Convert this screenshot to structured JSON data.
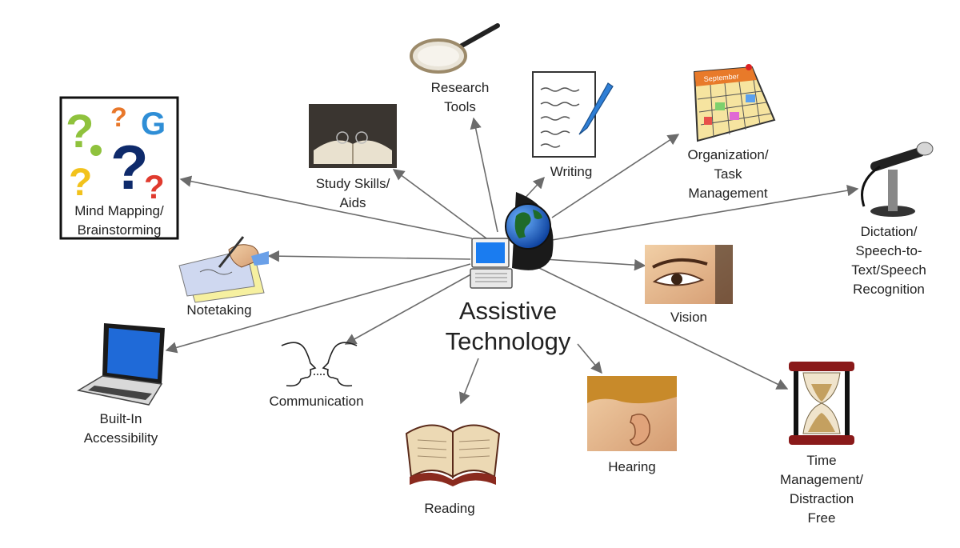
{
  "center": {
    "label": "Assistive\nTechnology",
    "icon": "computer-globe-icon"
  },
  "nodes": [
    {
      "id": "research-tools",
      "label": "Research\nTools",
      "icon": "magnifying-glass-icon"
    },
    {
      "id": "study-skills",
      "label": "Study Skills/\nAids",
      "icon": "open-book-glasses-icon"
    },
    {
      "id": "writing",
      "label": "Writing",
      "icon": "paper-pen-icon"
    },
    {
      "id": "organization",
      "label": "Organization/\nTask\nManagement",
      "icon": "calendar-icon",
      "calendar_text": "September"
    },
    {
      "id": "mind-mapping",
      "label": "Mind Mapping/\nBrainstorming",
      "icon": "question-marks-icon"
    },
    {
      "id": "dictation",
      "label": "Dictation/\nSpeech-to-\nText/Speech\nRecognition",
      "icon": "microphone-icon"
    },
    {
      "id": "notetaking",
      "label": "Notetaking",
      "icon": "hand-writing-icon"
    },
    {
      "id": "vision",
      "label": "Vision",
      "icon": "eye-icon"
    },
    {
      "id": "built-in",
      "label": "Built-In\nAccessibility",
      "icon": "laptop-icon"
    },
    {
      "id": "communication",
      "label": "Communication",
      "icon": "faces-talking-icon"
    },
    {
      "id": "reading",
      "label": "Reading",
      "icon": "book-icon"
    },
    {
      "id": "hearing",
      "label": "Hearing",
      "icon": "ear-icon"
    },
    {
      "id": "time-management",
      "label": "Time\nManagement/\nDistraction\nFree",
      "icon": "hourglass-icon"
    }
  ],
  "colors": {
    "arrow": "#6b6b6b",
    "text": "#222222"
  }
}
